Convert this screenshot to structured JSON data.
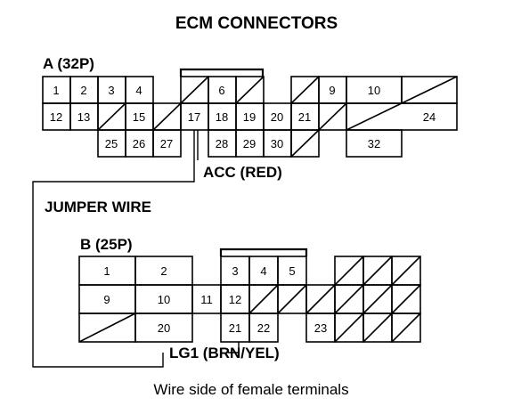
{
  "title": "ECM CONNECTORS",
  "connector_a": {
    "label": "A (32P)",
    "pins": [
      "1",
      "2",
      "3",
      "4",
      "6",
      "9",
      "10",
      "12",
      "13",
      "15",
      "17",
      "18",
      "19",
      "20",
      "21",
      "24",
      "25",
      "26",
      "27",
      "28",
      "29",
      "30",
      "32"
    ]
  },
  "connector_b": {
    "label": "B (25P)",
    "pins": [
      "1",
      "2",
      "3",
      "4",
      "5",
      "9",
      "10",
      "11",
      "12",
      "20",
      "21",
      "22",
      "23"
    ]
  },
  "acc_label": "ACC (RED)",
  "jumper_label": "JUMPER WIRE",
  "lg1_label": "LG1 (BRN/YEL)",
  "footer": "Wire side of female terminals"
}
